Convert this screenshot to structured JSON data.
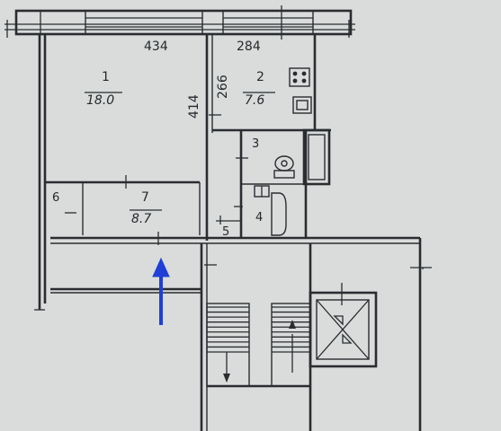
{
  "plan": {
    "dimensions": {
      "top_left": "434",
      "top_right": "284",
      "vertical_kitchen": "266",
      "vertical_hall": "414"
    },
    "rooms": [
      {
        "number": "1",
        "area": "18.0"
      },
      {
        "number": "2",
        "area": "7.6"
      },
      {
        "number": "3",
        "area": ""
      },
      {
        "number": "4",
        "area": ""
      },
      {
        "number": "5",
        "area": ""
      },
      {
        "number": "6",
        "area": ""
      },
      {
        "number": "7",
        "area": "8.7"
      }
    ],
    "colors": {
      "paper": "#d9dcdb",
      "ink": "#2a2c30",
      "entrance_arrow": "#1f3fd6"
    },
    "icons": [
      "stove-icon",
      "sink-icon",
      "bathtub-icon",
      "toilet-icon",
      "washbasin-icon",
      "elevator-icon",
      "stair-arrow-icon",
      "entrance-arrow-icon"
    ]
  }
}
